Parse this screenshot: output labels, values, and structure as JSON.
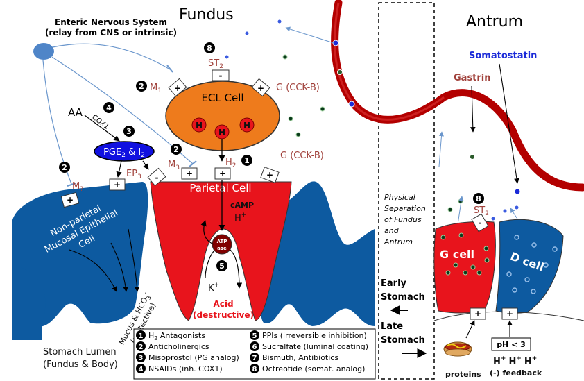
{
  "titles": {
    "fundus": "Fundus",
    "antrum": "Antrum"
  },
  "ens": {
    "line1": "Enteric Nervous System",
    "line2": "(relay from CNS or intrinsic)"
  },
  "ecl": {
    "title": "ECL Cell",
    "h": "H",
    "st2_num": "8",
    "st2_label": "ST",
    "st2_sub": "2",
    "m1_num": "2",
    "m1_label": "M",
    "m1_sub": "1",
    "g_label": "G (CCK-B)",
    "plus": "+",
    "minus": "-"
  },
  "parietal": {
    "title": "Parietal Cell",
    "h2_label": "H",
    "h2_sub": "2",
    "h2_num": "1",
    "m3_num": "2",
    "m3_label": "M",
    "m3_sub": "3",
    "g_label": "G (CCK-B)",
    "camp": "cAMP",
    "hplus": "H",
    "hplus_sup": "+",
    "atp1": "ATP",
    "atp2": "ase",
    "ppi_num": "5",
    "kplus": "K",
    "kplus_sup": "+",
    "acid1": "Acid",
    "acid2": "(destructive)"
  },
  "aa": {
    "label": "AA",
    "num": "4",
    "cox": "COX1",
    "pge_num": "3",
    "pge": "PGE",
    "pge_sub": "2",
    "pge_and": " & I",
    "pge_sub2": "2",
    "ep": "EP",
    "ep_sub": "3",
    "m_num": "2",
    "m_label": "M",
    "m_sub": "?"
  },
  "nonparietal": {
    "line1": "Non-parietal",
    "line2": "Mucosal Epithelial",
    "line3": "Cell"
  },
  "mucus": {
    "line1": "Mucus & HCO",
    "sub": "3",
    "sup": "-",
    "line2": "(protective)"
  },
  "lumen": {
    "line1": "Stomach Lumen",
    "line2": "(Fundus & Body)"
  },
  "legend": [
    {
      "num": "1",
      "text": "H",
      "sub": "2",
      "rest": " Antagonists"
    },
    {
      "num": "2",
      "text": "Anticholinergics",
      "sub": "",
      "rest": ""
    },
    {
      "num": "3",
      "text": "Misoprostol (PG analog)",
      "sub": "",
      "rest": ""
    },
    {
      "num": "4",
      "text": "NSAIDs (inh. COX1)",
      "sub": "",
      "rest": ""
    },
    {
      "num": "5",
      "text": "PPIs (irreversible inhibition)",
      "sub": "",
      "rest": ""
    },
    {
      "num": "6",
      "text": "Sucralfate (luminal coating)",
      "sub": "",
      "rest": ""
    },
    {
      "num": "7",
      "text": "Bismuth, Antibiotics",
      "sub": "",
      "rest": ""
    },
    {
      "num": "8",
      "text": "Octreotide (somat. analog)",
      "sub": "",
      "rest": ""
    }
  ],
  "separation": {
    "line1": "Physical",
    "line2": "Separation",
    "line3": "of Fundus",
    "line4": "and",
    "line5": "Antrum"
  },
  "phases": {
    "early1": "Early",
    "early2": "Stomach",
    "late1": "Late",
    "late2": "Stomach"
  },
  "antrum": {
    "somatostatin": "Somatostatin",
    "gastrin": "Gastrin",
    "st2_num": "8",
    "st2_label": "ST",
    "st2_sub": "2",
    "g_cell": "G cell",
    "d_cell": "D cell",
    "proteins": "proteins",
    "ph": "pH < 3",
    "hplus": "H",
    "hplus_sup": "+",
    "feedback": "(-) feedback",
    "plus": "+",
    "minus": "-"
  },
  "colors": {
    "parietal_red": "#e8141c",
    "dark_red": "#b30000",
    "blue_cell": "#0d5aa0",
    "ecl_orange": "#ee7b1c",
    "pge_blue": "#1010e0",
    "nerve_blue": "#6a96cc",
    "gastrin_text": "#a0403a",
    "somatostatin_text": "#1a2ad8"
  }
}
